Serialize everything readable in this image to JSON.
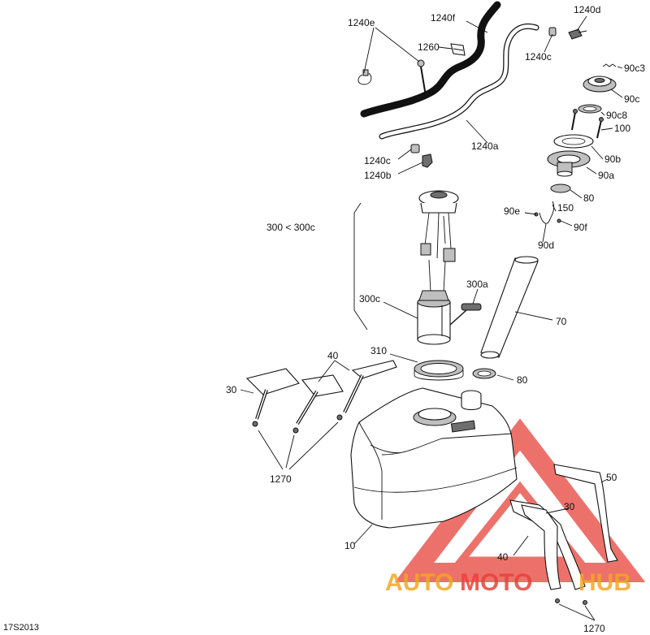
{
  "diagram_code": "17S2013",
  "labels": {
    "l1240e": "1240e",
    "l1240f": "1240f",
    "l1240d": "1240d",
    "l1260": "1260",
    "l1240c_top": "1240c",
    "l90c3": "90c3",
    "l90c": "90c",
    "l90c8": "90c8",
    "l100": "100",
    "l1240a": "1240a",
    "l90b": "90b",
    "l1240c_mid": "1240c",
    "l1240b": "1240b",
    "l90a": "90a",
    "l80_top": "80",
    "l300group": "300 < 300c",
    "l90e": "90e",
    "l150": "150",
    "l90f": "90f",
    "l90d": "90d",
    "l300a": "300a",
    "l300c": "300c",
    "l70": "70",
    "l310": "310",
    "l40_left": "40",
    "l80_mid": "80",
    "l30_left": "30",
    "l1270_left": "1270",
    "l50": "50",
    "l30_right": "30",
    "l40_right": "40",
    "l10": "10",
    "l1270_right": "1270"
  },
  "watermark": {
    "part1": "AUTO",
    "part2": "MOTO",
    "part3": "HUB",
    "color_orange": "#f5a623",
    "color_red": "#e8423a"
  }
}
